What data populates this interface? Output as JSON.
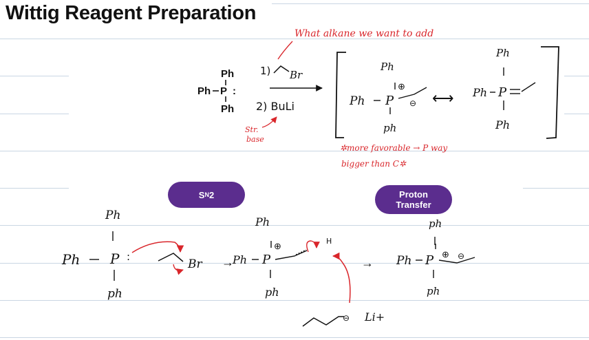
{
  "title": "Wittig Reagent Preparation",
  "badges": {
    "sn2": {
      "main": "S",
      "sub": "N",
      "rest": "2"
    },
    "proton_transfer": {
      "line1": "Proton",
      "line2": "Transfer"
    }
  },
  "colors": {
    "accent": "#5b2d8e",
    "red_ink": "#d9262b",
    "black_ink": "#111111",
    "rule": "#c9d6e3"
  },
  "reactant": {
    "ph": "Ph",
    "phos": "P",
    "lone_pair": ":"
  },
  "conditions": {
    "step1": "1)",
    "step1_reagent": "Br",
    "step2": "2) BuLi",
    "note": "What alkane we want to add",
    "base_note_line1": "Str.",
    "base_note_line2": "base"
  },
  "product": {
    "ph": "Ph",
    "ph_lower": "ph",
    "phos": "P",
    "plus": "⊕",
    "minus": "⊖",
    "resonance": "⟷",
    "note_line1": "✲more favorable → P way",
    "note_line2": "bigger than C✲"
  },
  "mechanism": {
    "ph": "Ph",
    "ph_lower": "ph",
    "phos": "P",
    "lone_pair": ":",
    "br": "Br",
    "h": "H",
    "plus": "⊕",
    "minus": "⊖",
    "arrow": "→",
    "base_charge": "⊖",
    "base_counterion": "Li+"
  }
}
